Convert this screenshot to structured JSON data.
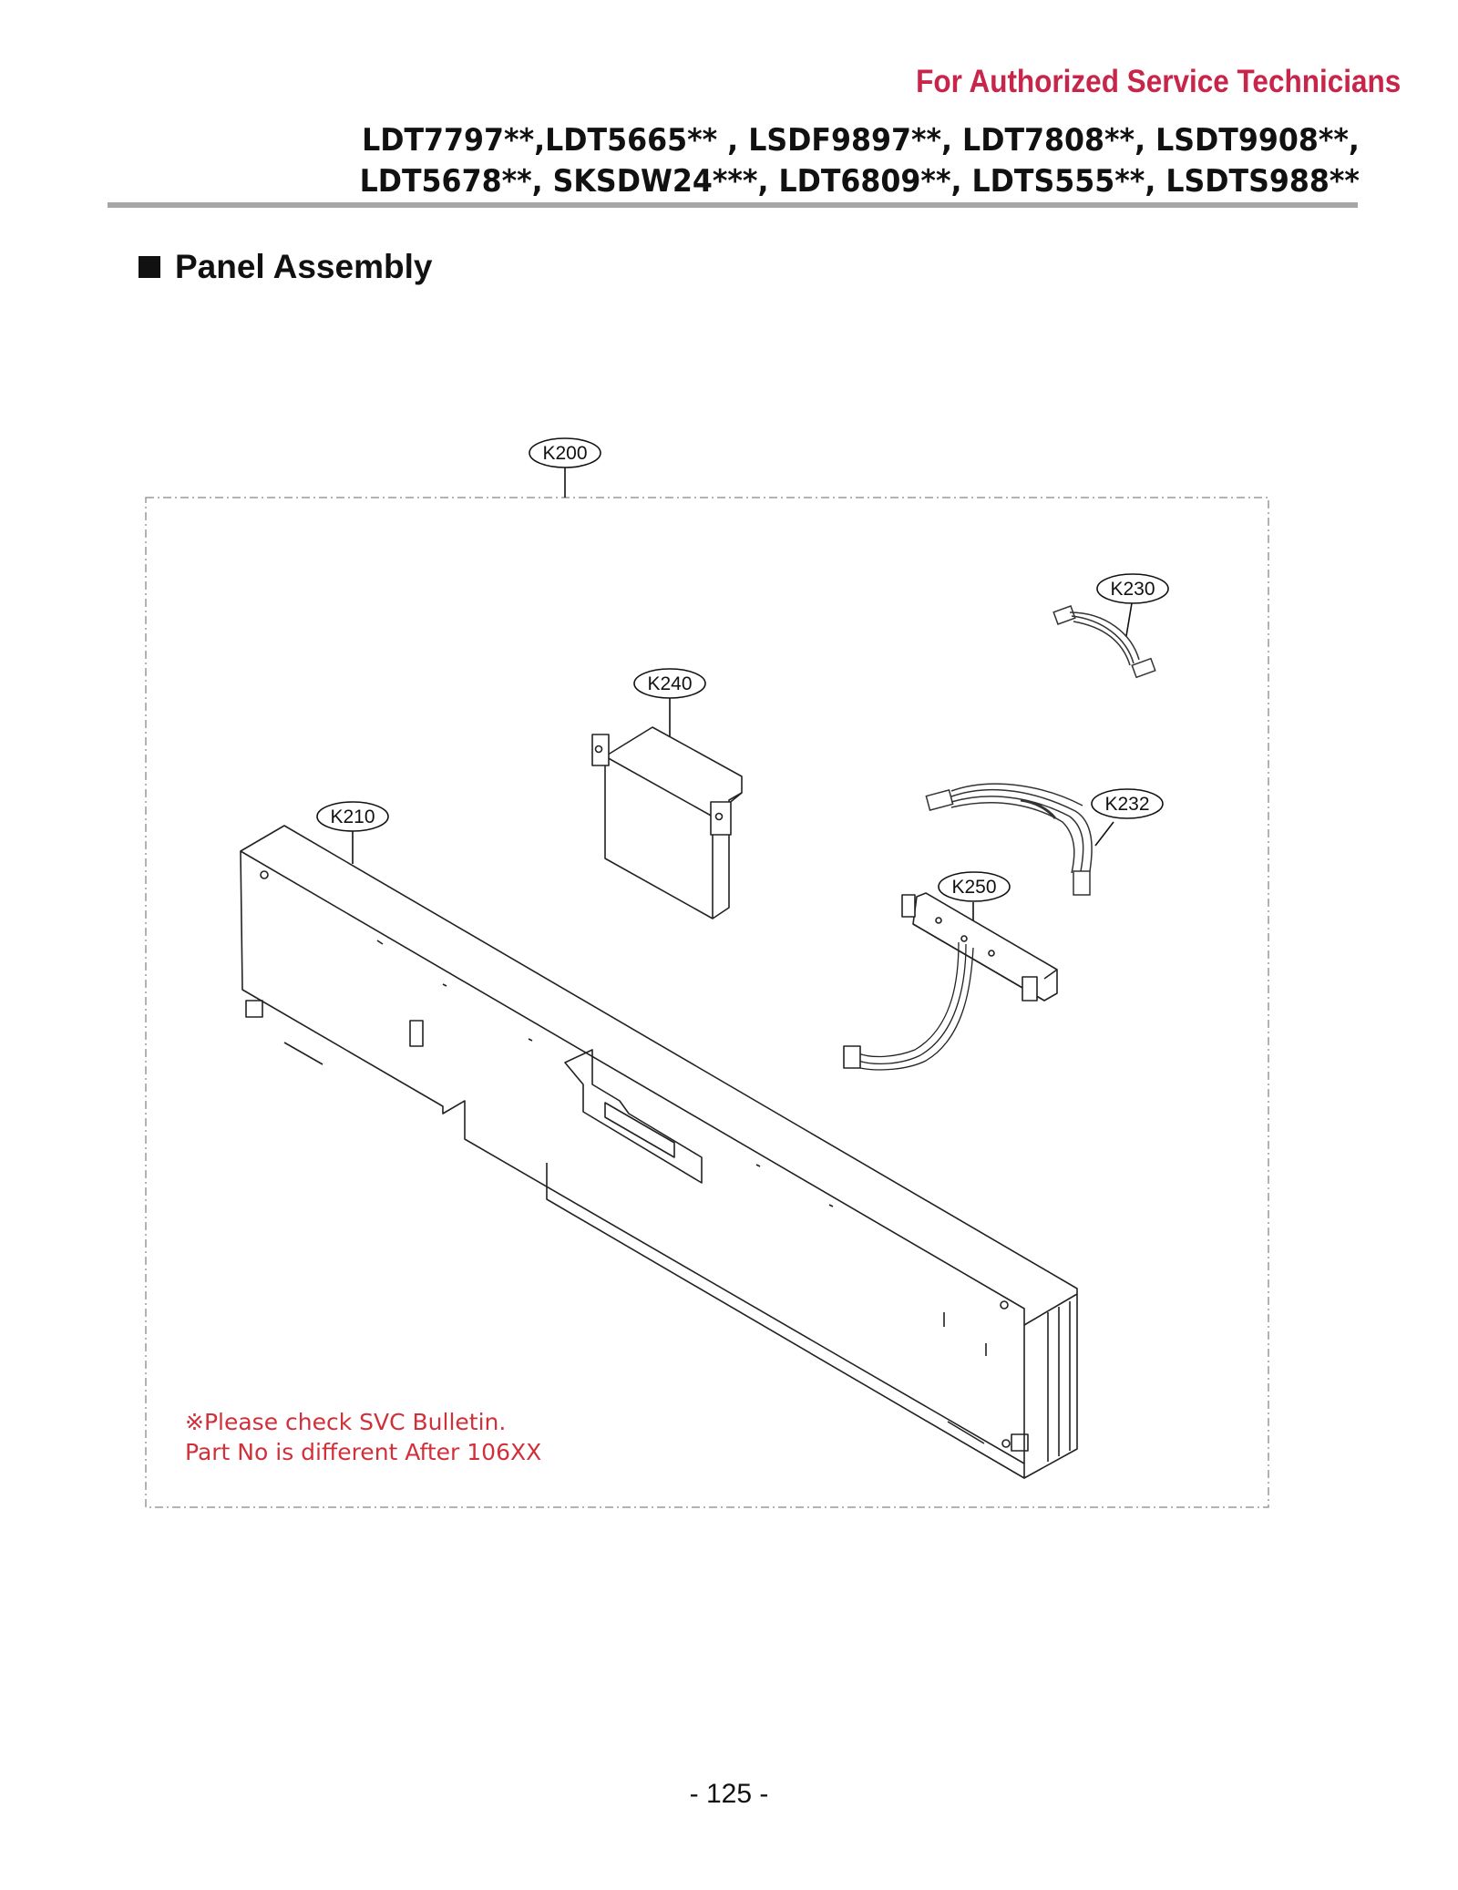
{
  "header": {
    "authorized": "For Authorized Service Technicians",
    "models_line1": "LDT7797**,LDT5665** , LSDF9897**, LDT7808**, LSDT9908**,",
    "models_line2": "LDT5678**, SKSDW24***, LDT6809**, LDTS555**, LSDTS988**"
  },
  "section": {
    "title": "Panel Assembly"
  },
  "callouts": {
    "k200": "K200",
    "k210": "K210",
    "k230": "K230",
    "k232": "K232",
    "k240": "K240",
    "k250": "K250"
  },
  "note": {
    "line1": "※Please check SVC Bulletin.",
    "line2": "Part No is different After 106XX"
  },
  "footer": {
    "page": "- 125 -"
  },
  "colors": {
    "accent": "#c8254a",
    "note": "#d1303a",
    "rule": "#a6a6a6"
  }
}
